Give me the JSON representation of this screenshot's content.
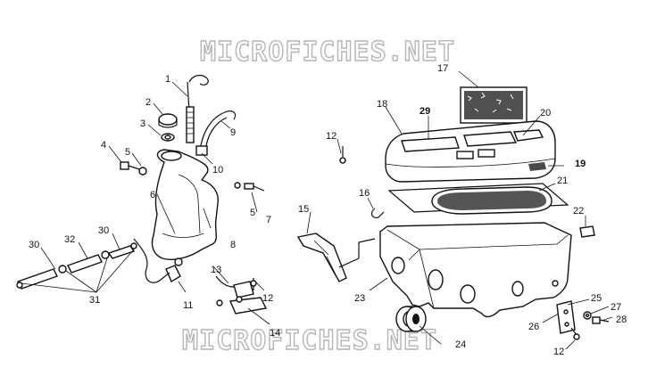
{
  "watermarks": {
    "top": "MICROFICHES.NET",
    "bottom": "MICROFICHES.NET"
  },
  "callouts": [
    {
      "id": "c1",
      "text": "1"
    },
    {
      "id": "c2",
      "text": "2"
    },
    {
      "id": "c3",
      "text": "3"
    },
    {
      "id": "c4",
      "text": "4"
    },
    {
      "id": "c5a",
      "text": "5"
    },
    {
      "id": "c5b",
      "text": "5"
    },
    {
      "id": "c6",
      "text": "6"
    },
    {
      "id": "c7",
      "text": "7"
    },
    {
      "id": "c8",
      "text": "8"
    },
    {
      "id": "c9",
      "text": "9"
    },
    {
      "id": "c10",
      "text": "10"
    },
    {
      "id": "c11",
      "text": "11"
    },
    {
      "id": "c12a",
      "text": "12"
    },
    {
      "id": "c12b",
      "text": "12"
    },
    {
      "id": "c12c",
      "text": "12"
    },
    {
      "id": "c13",
      "text": "13"
    },
    {
      "id": "c14",
      "text": "14"
    },
    {
      "id": "c15",
      "text": "15"
    },
    {
      "id": "c16",
      "text": "16"
    },
    {
      "id": "c17",
      "text": "17"
    },
    {
      "id": "c18",
      "text": "18"
    },
    {
      "id": "c19",
      "text": "19"
    },
    {
      "id": "c20",
      "text": "20"
    },
    {
      "id": "c21",
      "text": "21"
    },
    {
      "id": "c22",
      "text": "22"
    },
    {
      "id": "c23",
      "text": "23"
    },
    {
      "id": "c24",
      "text": "24"
    },
    {
      "id": "c25",
      "text": "25"
    },
    {
      "id": "c26",
      "text": "26"
    },
    {
      "id": "c27",
      "text": "27"
    },
    {
      "id": "c28",
      "text": "28"
    },
    {
      "id": "c29",
      "text": "29"
    },
    {
      "id": "c30a",
      "text": "30"
    },
    {
      "id": "c30b",
      "text": "30"
    },
    {
      "id": "c31",
      "text": "31"
    },
    {
      "id": "c32",
      "text": "32"
    }
  ]
}
